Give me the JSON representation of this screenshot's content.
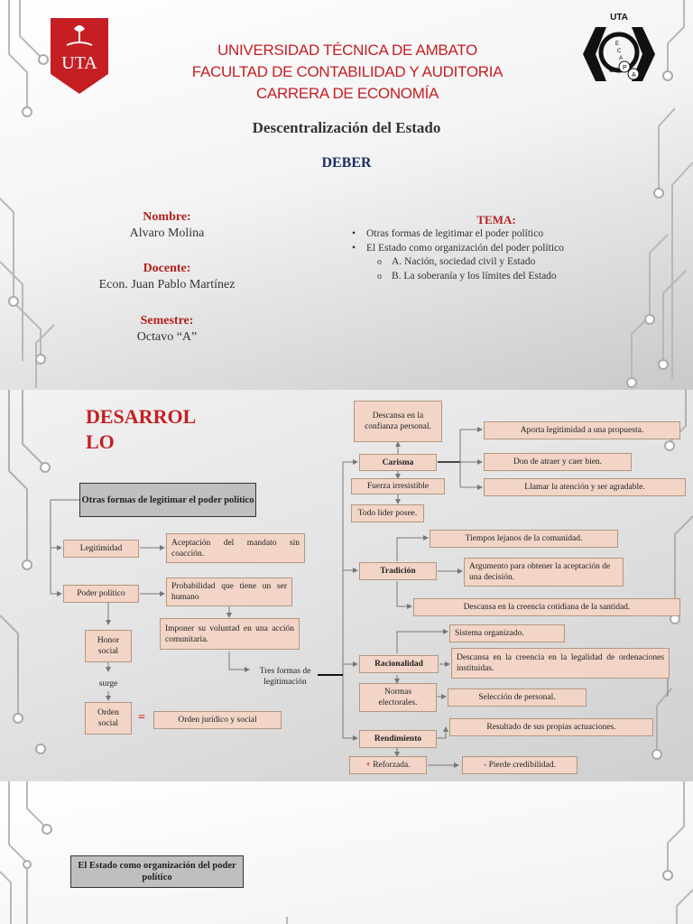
{
  "slide1": {
    "logo_left": "UTA",
    "logo_right": {
      "top": "UTA",
      "letters": [
        "E",
        "C",
        "A",
        "C",
        "P",
        "A"
      ]
    },
    "university": [
      "UNIVERSIDAD TÉCNICA DE AMBATO",
      "FACULTAD DE CONTABILIDAD Y AUDITORIA",
      "CARRERA DE ECONOMÍA"
    ],
    "subject": "Descentralización del Estado",
    "deber": "DEBER",
    "nombre_label": "Nombre:",
    "nombre": "Alvaro Molina",
    "docente_label": "Docente:",
    "docente": "Econ. Juan Pablo Martínez",
    "semestre_label": "Semestre:",
    "semestre": "Octavo “A”",
    "tema_label": "TEMA:",
    "tema_items": [
      "Otras formas de legitimar el poder político",
      "El Estado como organización del poder político"
    ],
    "tema_subitems": [
      "A. Nación, sociedad civil y Estado",
      "B. La soberanía y los límites del Estado"
    ]
  },
  "slide2": {
    "title": "DESARROLLO",
    "title_lines": [
      "DESARROL",
      "LO"
    ],
    "main_box": "Otras formas de legitimar el poder político",
    "legitimidad": "Legitimidad",
    "legitimidad_def": "Aceptación del mandato sin coacción.",
    "poder_politico": "Poder político",
    "poder_def": "Probabilidad que tiene un ser humano",
    "imponer": "Imponer su voluntad en una acción comunitaria.",
    "honor_social": "Honor social",
    "surge": "surge",
    "orden_social": "Orden social",
    "equals": "=",
    "orden_juridico": "Orden jurídico y social",
    "tres_formas": "Tres formas de legitimación",
    "confianza": "Descansa en la confianza personal.",
    "carisma": "Carisma",
    "carisma_items": [
      "Aporta legitimidad a una propuesta.",
      "Don de atraer y caer bien.",
      "Llamar la atención y ser agradable."
    ],
    "fuerza": "Fuerza irresistible",
    "todo_lider": "Todo líder posee.",
    "tradicion": "Tradición",
    "tiempos": "Tiempos lejanos de la comunidad.",
    "argumento": "Argumento para obtener la aceptación de una decisión.",
    "creencia_santidad": "Descansa en la creencia cotidiana de la santidad.",
    "racionalidad": "Racionalidad",
    "sistema": "Sistema organizado.",
    "legalidad": "Descansa en la creencia en la legalidad de ordenaciones instituidas.",
    "normas": "Normas electorales.",
    "seleccion": "Selección de personal.",
    "rendimiento": "Rendimiento",
    "resultado": "Resultado de sus propias actuaciones.",
    "reforzada_sign": "+",
    "reforzada": "Reforzada.",
    "pierde": "- Pierde credibilidad."
  },
  "slide3": {
    "box": "El Estado como organización del poder político"
  },
  "colors": {
    "red": "#c51f24",
    "navy": "#1b2f66",
    "box": "#f2d5c7",
    "gray_box": "#bfbfbf"
  }
}
